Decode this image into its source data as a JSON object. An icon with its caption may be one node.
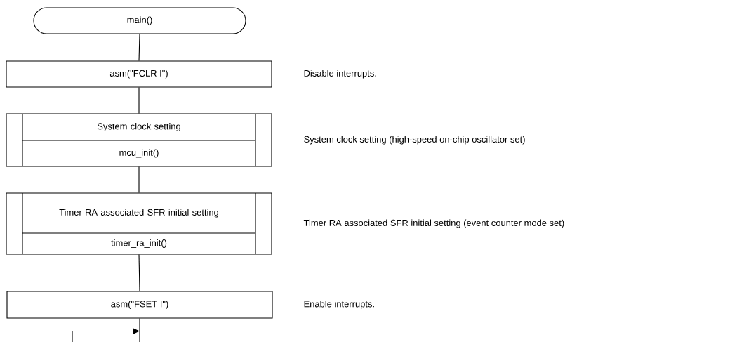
{
  "diagram": {
    "nodes": [
      {
        "text": [
          "main()"
        ]
      },
      {
        "text": [
          "asm(\"FCLR I\")"
        ],
        "beside": [
          "Disable interrupts."
        ]
      },
      {
        "text": [
          "System clock setting",
          "mcu_init()"
        ],
        "beside": [
          "System clock setting (high-speed on-chip oscillator set)"
        ]
      },
      {
        "text": [
          "Timer RA associated SFR initial setting",
          "timer_ra_init()"
        ],
        "beside": [
          "Timer RA associated SFR initial setting (event counter mode set)"
        ]
      },
      {
        "text": [
          "asm(\"FSET I\")"
        ],
        "beside": [
          "Enable interrupts."
        ]
      }
    ],
    "edges": [
      {
        "from": 0,
        "to": 1,
        "arrow": "none"
      },
      {
        "from": 1,
        "to": 2,
        "arrow": "none"
      },
      {
        "from": 2,
        "to": 3,
        "arrow": "none"
      },
      {
        "from": 3,
        "to": 4,
        "arrow": "none"
      },
      {
        "from": 4,
        "to": null,
        "arrow": "none"
      },
      {
        "from": null,
        "to": 4,
        "arrow": "to"
      }
    ]
  }
}
